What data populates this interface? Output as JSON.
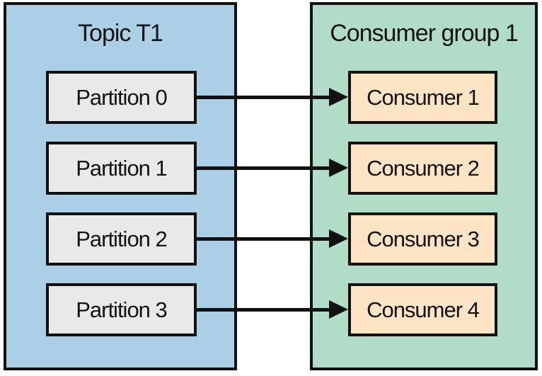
{
  "diagram": {
    "title_hint": "Kafka topic partitions feeding a consumer group",
    "topic": {
      "title": "Topic T1",
      "partitions": [
        {
          "label": "Partition 0"
        },
        {
          "label": "Partition 1"
        },
        {
          "label": "Partition 2"
        },
        {
          "label": "Partition 3"
        }
      ]
    },
    "consumer_group": {
      "title": "Consumer group 1",
      "consumers": [
        {
          "label": "Consumer 1"
        },
        {
          "label": "Consumer 2"
        },
        {
          "label": "Consumer 3"
        },
        {
          "label": "Consumer 4"
        }
      ]
    },
    "connections": [
      {
        "from": "Partition 0",
        "to": "Consumer 1"
      },
      {
        "from": "Partition 1",
        "to": "Consumer 2"
      },
      {
        "from": "Partition 2",
        "to": "Consumer 3"
      },
      {
        "from": "Partition 3",
        "to": "Consumer 4"
      }
    ],
    "colors": {
      "topic_bg": "#abd0e6",
      "group_bg": "#b1dcc7",
      "partition_bg": "#e9e9e9",
      "consumer_bg": "#fce4c4",
      "line": "#111111",
      "text": "#131313",
      "page_bg": "#ffffff"
    }
  }
}
